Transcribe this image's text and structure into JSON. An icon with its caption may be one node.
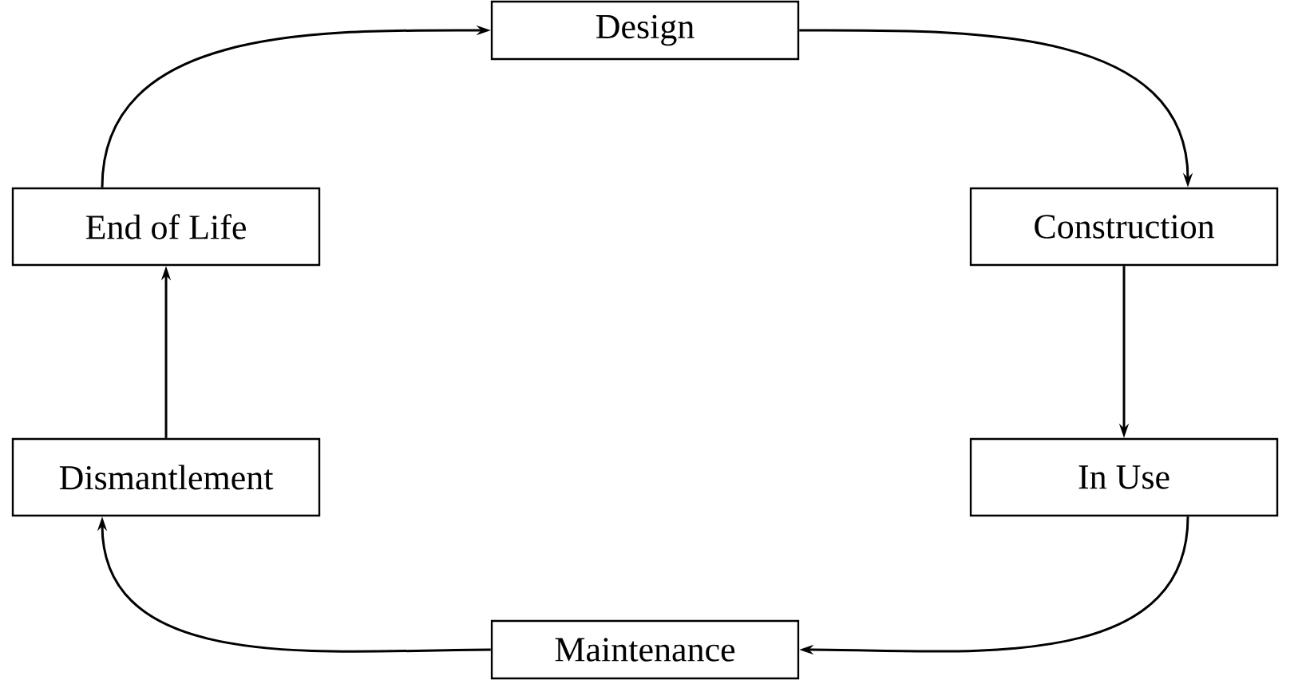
{
  "diagram": {
    "nodes": [
      {
        "text": [
          "Design"
        ]
      },
      {
        "text": [
          "Construction"
        ]
      },
      {
        "text": [
          "In Use"
        ]
      },
      {
        "text": [
          "Maintenance"
        ]
      },
      {
        "text": [
          "Dismantlement"
        ]
      },
      {
        "text": [
          "End of Life"
        ]
      }
    ],
    "edges": [
      {
        "from": 0,
        "to": 1,
        "arrow": "to"
      },
      {
        "from": 1,
        "to": 2,
        "arrow": "to"
      },
      {
        "from": 2,
        "to": 3,
        "arrow": "to"
      },
      {
        "from": 3,
        "to": 4,
        "arrow": "to"
      },
      {
        "from": 4,
        "to": 5,
        "arrow": "to"
      },
      {
        "from": 5,
        "to": 0,
        "arrow": "to"
      }
    ]
  }
}
